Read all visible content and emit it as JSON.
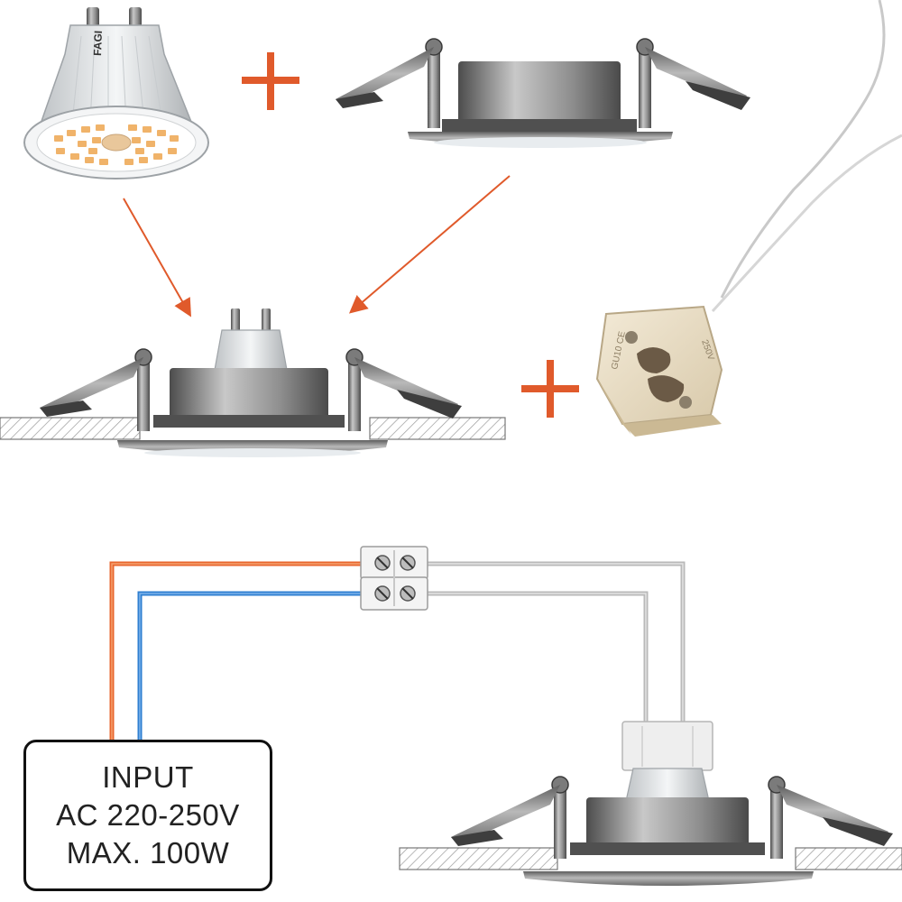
{
  "input_box": {
    "lines": [
      "INPUT",
      "AC 220-250V",
      "MAX. 100W"
    ]
  },
  "bulb": {
    "brand": "FAGI"
  },
  "socket": {
    "marking_left": "GU10 CE",
    "marking_right": "250V"
  },
  "colors": {
    "accent": "#e05a2b",
    "live_wire": "#e8662d",
    "neutral_wire": "#2f7fd1",
    "grey_wire": "#b9b9b9",
    "metal": "#8a8a8a",
    "ceramic": "#e8dcc4"
  },
  "icons": [
    "plus-icon",
    "arrow-icon",
    "terminal-block-icon"
  ]
}
